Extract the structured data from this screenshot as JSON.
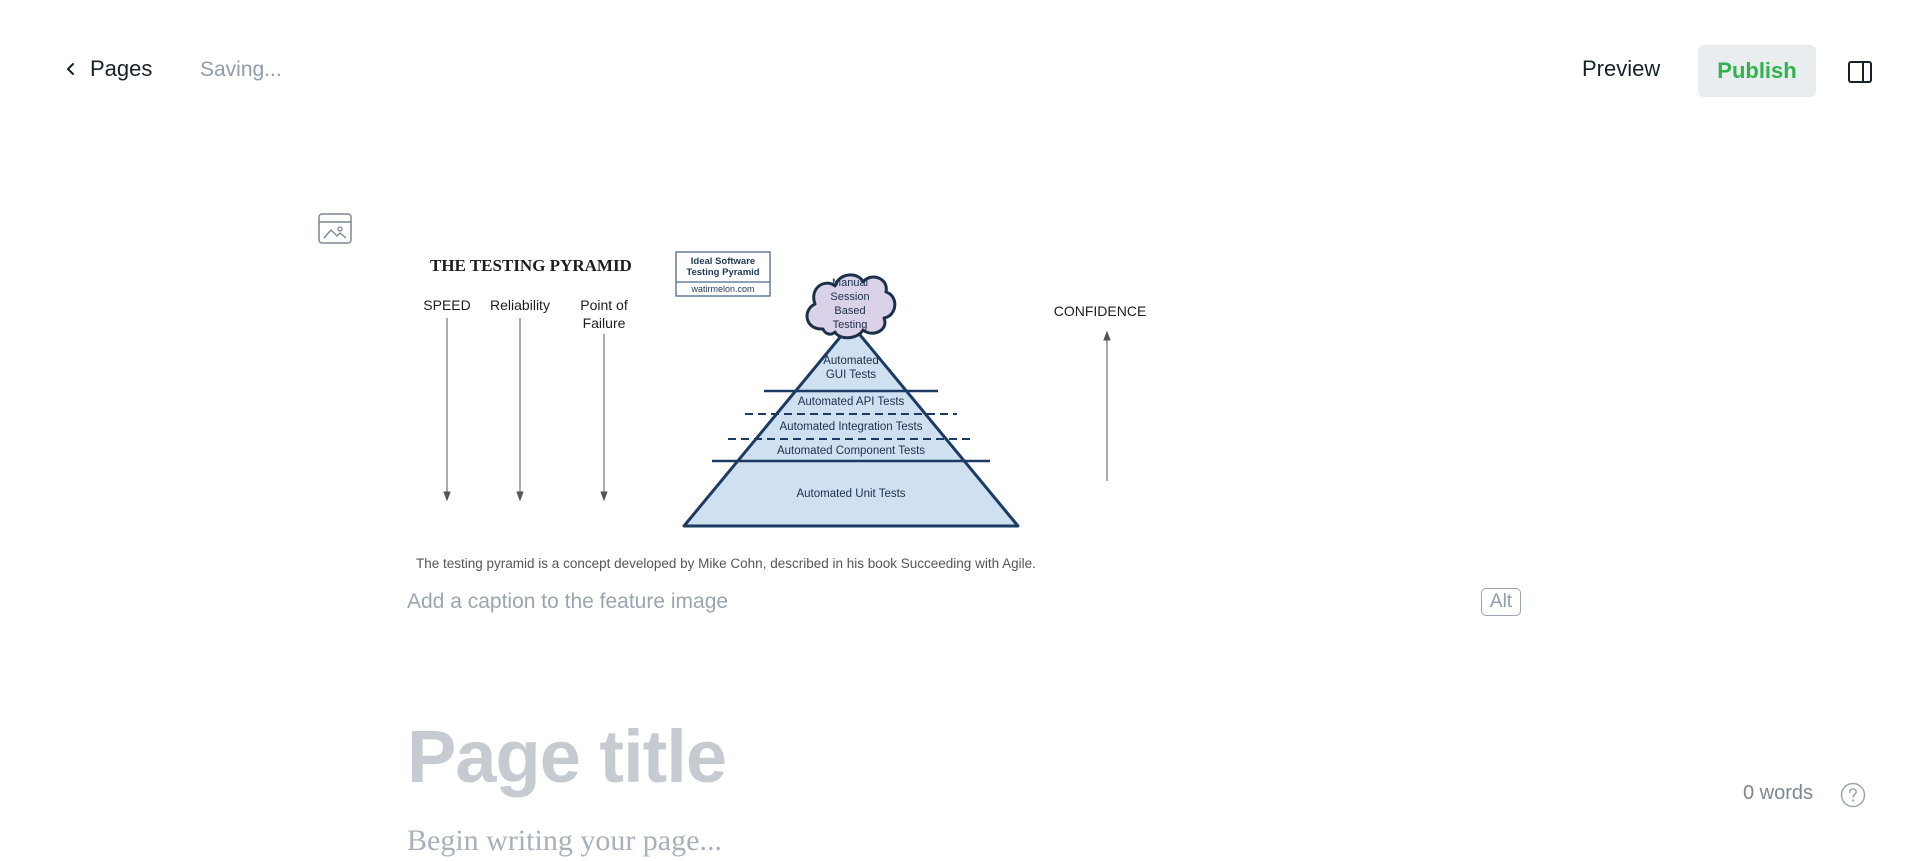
{
  "topbar": {
    "back_label": "Pages",
    "saving_status": "Saving...",
    "preview_label": "Preview",
    "publish_label": "Publish",
    "publish_color": "#30cf43"
  },
  "feature": {
    "caption_placeholder": "Add a caption to the feature image",
    "alt_label": "Alt",
    "image": {
      "title": "THE TESTING PYRAMID",
      "badge_line1": "Ideal Software",
      "badge_line2": "Testing Pyramid",
      "badge_source": "watirmelon.com",
      "left_labels": [
        "SPEED",
        "Reliability",
        "Point of",
        "Failure"
      ],
      "right_label": "CONFIDENCE",
      "cloud_lines": [
        "Manual",
        "Session",
        "Based",
        "Testing"
      ],
      "layers": {
        "gui_line1": "Automated",
        "gui_line2": "GUI Tests",
        "api": "Automated API Tests",
        "integration": "Automated Integration Tests",
        "component": "Automated Component Tests",
        "unit": "Automated Unit Tests"
      },
      "footnote": "The testing pyramid is a concept developed by Mike Cohn, described in his book Succeeding with Agile."
    }
  },
  "editor": {
    "title_placeholder": "Page title",
    "body_placeholder": "Begin writing your page..."
  },
  "status": {
    "word_count": "0 words"
  },
  "icons": {
    "back": "chevron-left-icon",
    "panel": "sidebar-toggle-icon",
    "feature": "image-icon",
    "help": "help-circle-icon"
  }
}
